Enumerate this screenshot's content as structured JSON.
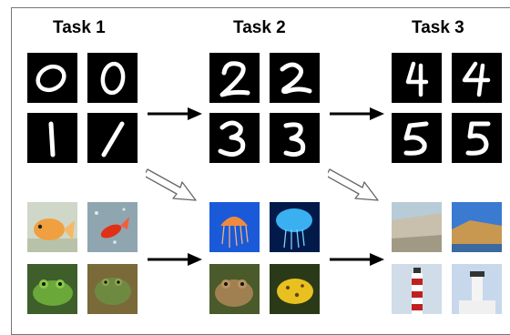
{
  "diagram": {
    "tasks": [
      {
        "title": "Task 1"
      },
      {
        "title": "Task 2"
      },
      {
        "title": "Task 3"
      }
    ],
    "digits": [
      "0",
      "0",
      "1",
      "1",
      "2",
      "2",
      "3",
      "3",
      "4",
      "4",
      "5",
      "5"
    ],
    "photos": [
      "goldfish",
      "goldfish",
      "frog",
      "frog",
      "jellyfish",
      "jellyfish",
      "toad",
      "frog",
      "cliff",
      "cliff",
      "lighthouse",
      "lighthouse"
    ]
  }
}
